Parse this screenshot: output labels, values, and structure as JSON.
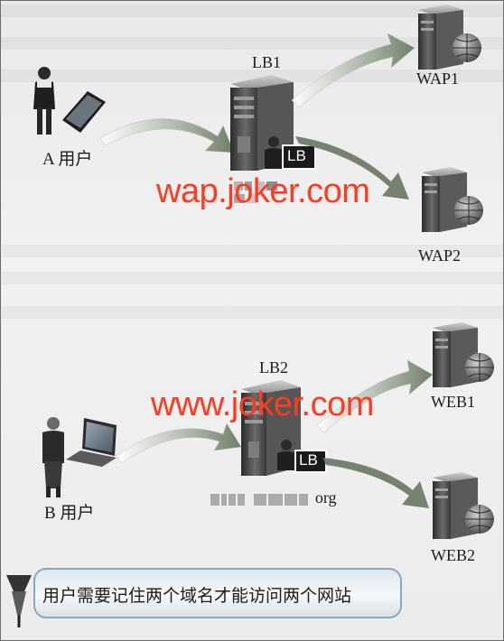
{
  "users": {
    "a": "A 用户",
    "b": "B 用户"
  },
  "load_balancers": {
    "lb1": "LB1",
    "lb2": "LB2",
    "badge": "LB",
    "lb2_domain_suffix": "org"
  },
  "servers": {
    "wap1": "WAP1",
    "wap2": "WAP2",
    "web1": "WEB1",
    "web2": "WEB2"
  },
  "domains": {
    "wap": "wap.joker.com",
    "www": "www.joker.com"
  },
  "note": "用户需要记住两个域名才能访问两个网站",
  "colors": {
    "domain_text": "#ff3a1e",
    "note_border": "#8aa8c0"
  }
}
